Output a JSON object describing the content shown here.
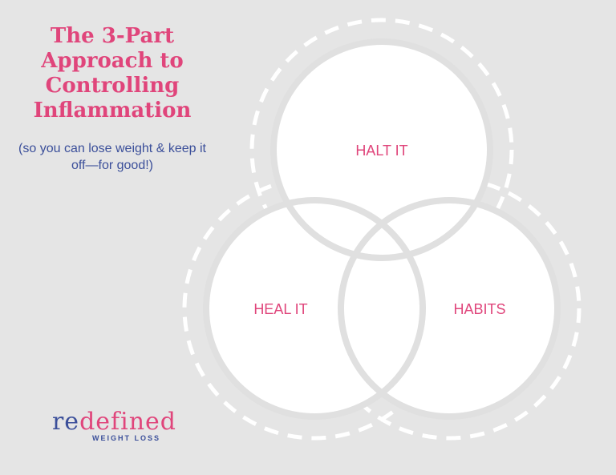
{
  "title": "The 3-Part Approach to Controlling Inflammation",
  "subtitle": "(so you can lose weight & keep it off—for good!)",
  "circles": [
    {
      "label": "HALT IT"
    },
    {
      "label": "HEAL IT"
    },
    {
      "label": "HABITS"
    }
  ],
  "logo": {
    "part1": "re",
    "part2": "defined",
    "tagline": "WEIGHT LOSS"
  },
  "colors": {
    "background": "#e5e5e5",
    "pink": "#e0457b",
    "blue": "#3b4f9a"
  }
}
